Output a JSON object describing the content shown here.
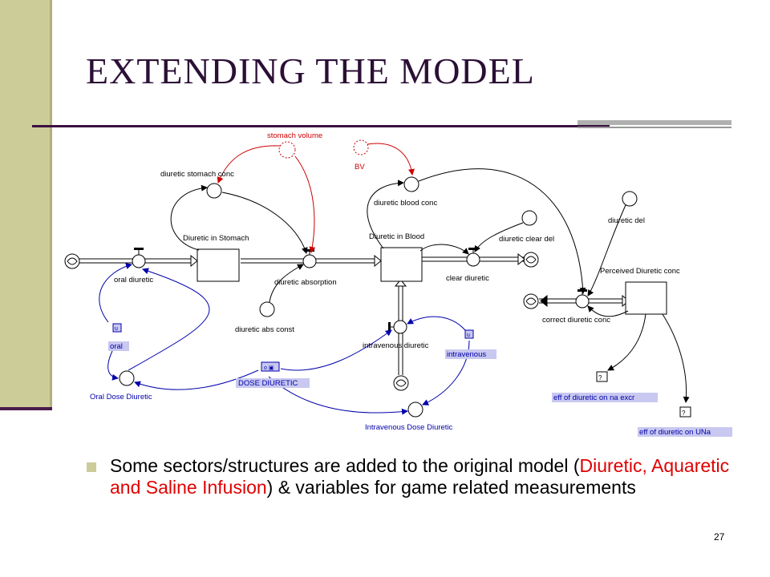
{
  "slide": {
    "title": "EXTENDING THE MODEL",
    "bullet": {
      "pre": "Some sectors/structures are added to the original model (",
      "highlight": "Diuretic, Aquaretic and Saline Infusion",
      "post": ") & variables for game related measurements"
    },
    "page_number": "27"
  },
  "diagram": {
    "stocks": {
      "stomach": "Diuretic in Stomach",
      "blood": "Diuretic in Blood",
      "perceived": "Perceived Diuretic conc"
    },
    "flows": {
      "oral": "oral diuretic",
      "absorption": "diuretic absorption",
      "clear": "clear diuretic",
      "intravenous": "intravenous diuretic",
      "correct": "correct diuretic conc"
    },
    "auxiliaries": {
      "stomach_conc": "diuretic stomach conc",
      "blood_conc": "diuretic blood conc",
      "clear_del": "diuretic clear del",
      "abs_const": "diuretic abs const",
      "del": "diuretic del",
      "oral_dose": "Oral Dose Diuretic",
      "iv_dose": "Intravenous Dose Diuretic"
    },
    "ghosts": {
      "stomach_volume": "stomach volume",
      "bv": "BV"
    },
    "game_vars": {
      "oral": "oral",
      "intravenous": "intravenous",
      "dose": "DOSE DIURETIC",
      "eff_na": "eff of diuretic on na excr",
      "eff_una": "eff of diuretic on UNa"
    },
    "colors": {
      "connector": "#000000",
      "ghost_link": "#cc0000",
      "game_link": "#0000aa",
      "game_label_bg": "#c8c8f0"
    }
  }
}
